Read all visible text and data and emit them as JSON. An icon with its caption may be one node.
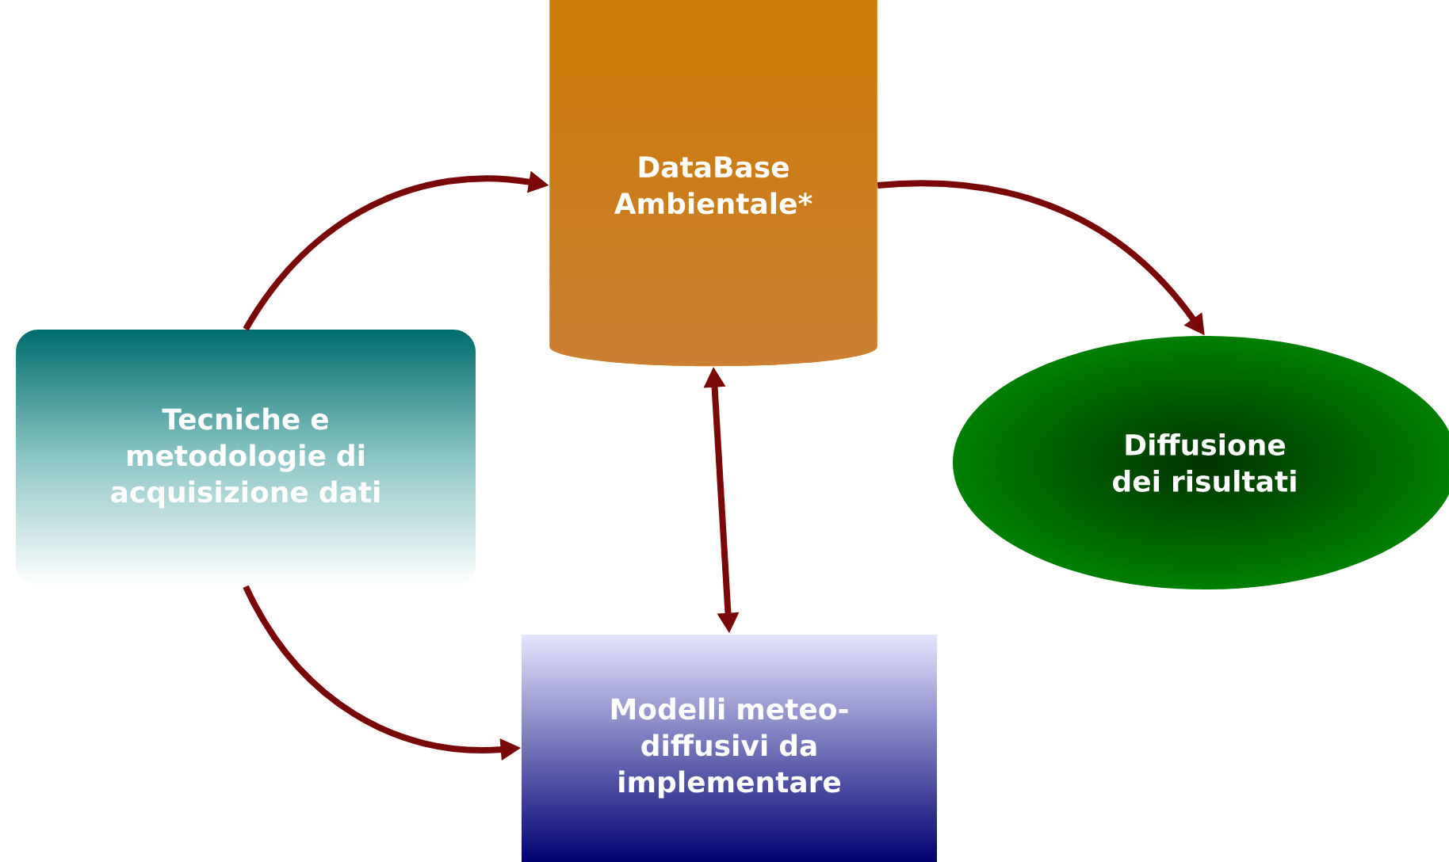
{
  "diagram": {
    "nodes": [
      {
        "text": [
          "Tecniche e metodologie di acquisizione dati"
        ]
      },
      {
        "text": [
          "DataBase Ambientale*"
        ]
      },
      {
        "text": [
          "Diffusione dei risultati"
        ]
      },
      {
        "text": [
          "Modelli meteo-diffusivi da implementare"
        ]
      }
    ],
    "edges": [
      {
        "from": 0,
        "to": 1,
        "arrow": "to"
      },
      {
        "from": 1,
        "to": 2,
        "arrow": "to"
      },
      {
        "from": 1,
        "to": 3,
        "arrow": "both"
      },
      {
        "from": 0,
        "to": 3,
        "arrow": "to"
      }
    ]
  }
}
